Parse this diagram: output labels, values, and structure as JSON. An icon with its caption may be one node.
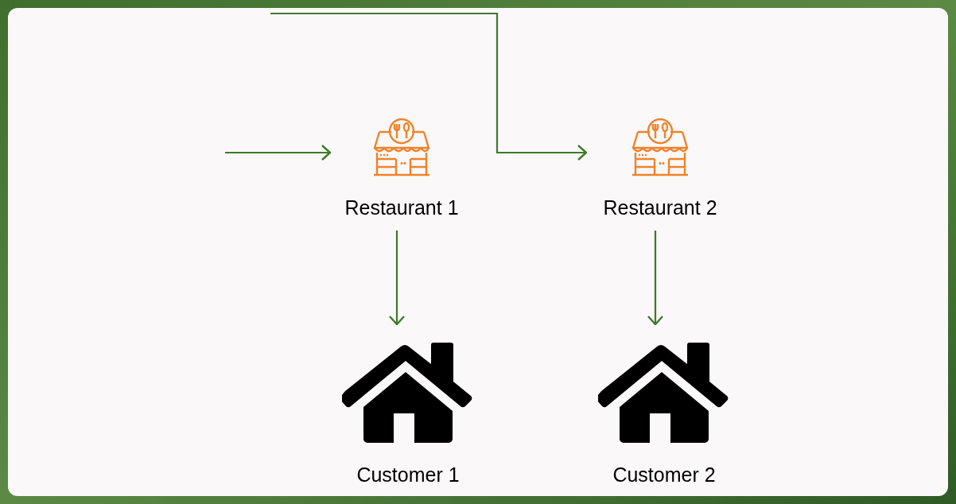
{
  "diagram": {
    "nodes": [
      {
        "text": [
          "Restaurant 1"
        ]
      },
      {
        "text": [
          "Restaurant 2"
        ]
      },
      {
        "text": [
          "Customer 1"
        ]
      },
      {
        "text": [
          "Customer 2"
        ]
      }
    ],
    "edges": [
      {
        "from": null,
        "to": 0,
        "arrow": "to"
      },
      {
        "from": null,
        "to": 1,
        "arrow": "to"
      },
      {
        "from": 0,
        "to": 2,
        "arrow": "to"
      },
      {
        "from": 1,
        "to": 3,
        "arrow": "to"
      }
    ]
  }
}
